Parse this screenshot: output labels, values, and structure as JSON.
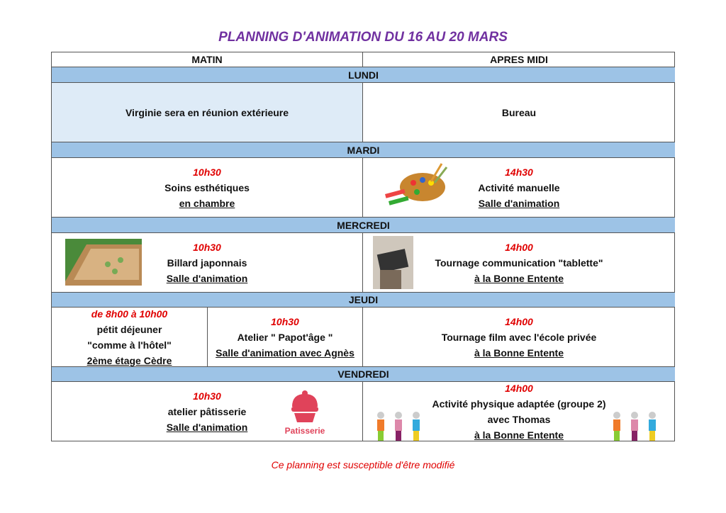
{
  "title": "PLANNING D'ANIMATION DU 16 AU 20 MARS",
  "headers": {
    "morning": "MATIN",
    "afternoon": "APRES MIDI"
  },
  "days": {
    "lundi": {
      "label": "LUNDI",
      "morning": {
        "text": "Virginie sera en réunion extérieure"
      },
      "afternoon": {
        "text": "Bureau"
      }
    },
    "mardi": {
      "label": "MARDI",
      "morning": {
        "time": "10h30",
        "activity": "Soins esthétiques",
        "place": "en chambre"
      },
      "afternoon": {
        "time": "14h30",
        "activity": "Activité manuelle",
        "place": "Salle d'animation"
      }
    },
    "mercredi": {
      "label": "MERCREDI",
      "morning": {
        "time": "10h30",
        "activity": "Billard japonnais",
        "place": "Salle d'animation"
      },
      "afternoon": {
        "time": "14h00",
        "activity": "Tournage communication \"tablette\"",
        "place": "à la Bonne Entente"
      }
    },
    "jeudi": {
      "label": "JEUDI",
      "morning1": {
        "time": "de 8h00 à 10h00",
        "line1": "pétit déjeuner",
        "line2": "\"comme à l'hôtel\"",
        "place": "2ème étage Cèdre"
      },
      "morning2": {
        "time": "10h30",
        "activity": "Atelier \" Papot'âge \"",
        "place": "Salle d'animation avec Agnès"
      },
      "afternoon": {
        "time": "14h00",
        "activity": "Tournage film avec l'école privée",
        "place": "à la Bonne Entente"
      }
    },
    "vendredi": {
      "label": "VENDREDI",
      "morning": {
        "time": "10h30",
        "activity": "atelier pâtisserie",
        "place": "Salle d'animation",
        "logo_text": "Patisserie"
      },
      "afternoon": {
        "time": "14h00",
        "activity": "Activité physique adaptée (groupe 2)",
        "with": "avec Thomas",
        "place": "à la Bonne Entente"
      }
    }
  },
  "footer": "Ce planning est susceptible d'être modifié",
  "colors": {
    "title": "#7030a0",
    "time": "#e00000",
    "day_bar": "#9dc3e6",
    "highlight": "#deebf7"
  }
}
